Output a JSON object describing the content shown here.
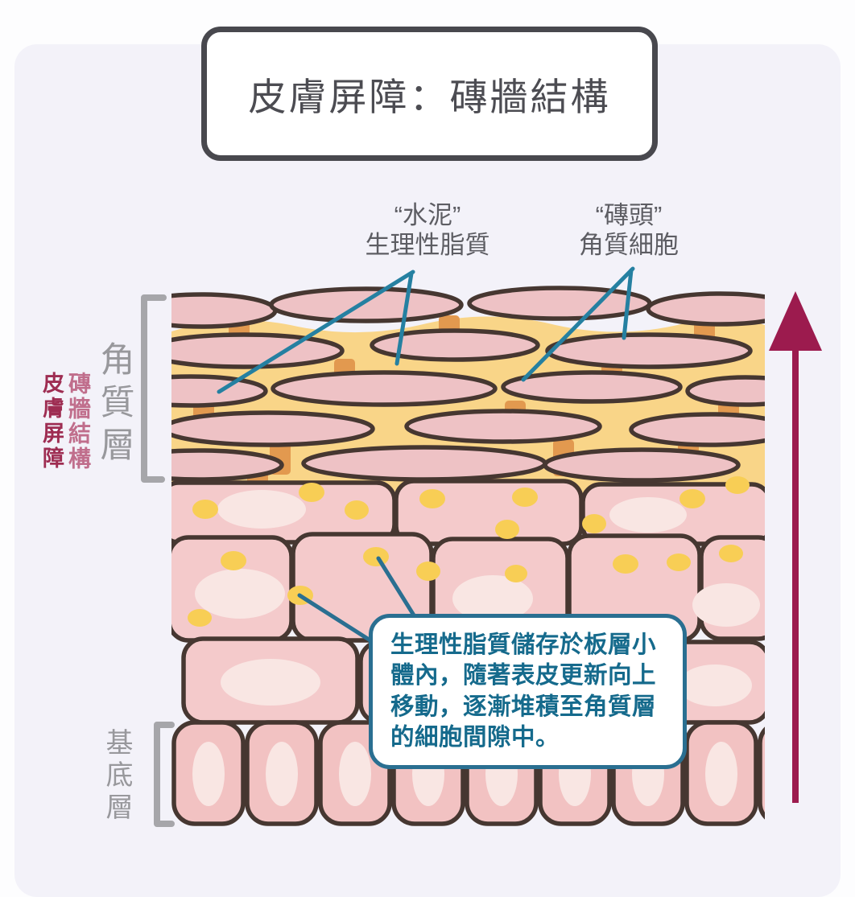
{
  "title": {
    "text": "皮膚屏障：磚牆結構"
  },
  "annotations": {
    "cement": {
      "text": "“水泥”\n生理性脂質"
    },
    "brick": {
      "text": "“磚頭”\n角質細胞"
    }
  },
  "side_labels": {
    "skin_barrier": "皮膚屏障",
    "brick_wall": "磚牆結構",
    "stratum_corneum": "角質層",
    "basal_layer": "基底層"
  },
  "callout": {
    "text": "生理性脂質儲存於板層小\n體內，隨著表皮更新向上\n移動，逐漸堆積至角質層\n的細胞間隙中。"
  },
  "colors": {
    "page-bg": "#fdfdfe",
    "card-bg": "#f3f2f9",
    "title-text": "#4c4c52",
    "title-border": "#48484e",
    "label-gray": "#5d5d63",
    "side-maroon": "#9e2d52",
    "side-pink": "#c06e8c",
    "layer-gray": "#98989c",
    "bracket-gray": "#a6a6aa",
    "outline": "#463731",
    "lens-pink": "#eec2c5",
    "cell-pink": "#f4cacb",
    "cell-deep": "#f2c2c2",
    "nucleus": "#f9e6e3",
    "lipid-yellow": "#f9d588",
    "connector-orange": "#e2994f",
    "dot-yellow": "#f8ce55",
    "pointer-teal": "#2580a1",
    "callout-border": "#2a6f91",
    "callout-text": "#156a8c",
    "arrow-maroon": "#9c1b4e"
  }
}
